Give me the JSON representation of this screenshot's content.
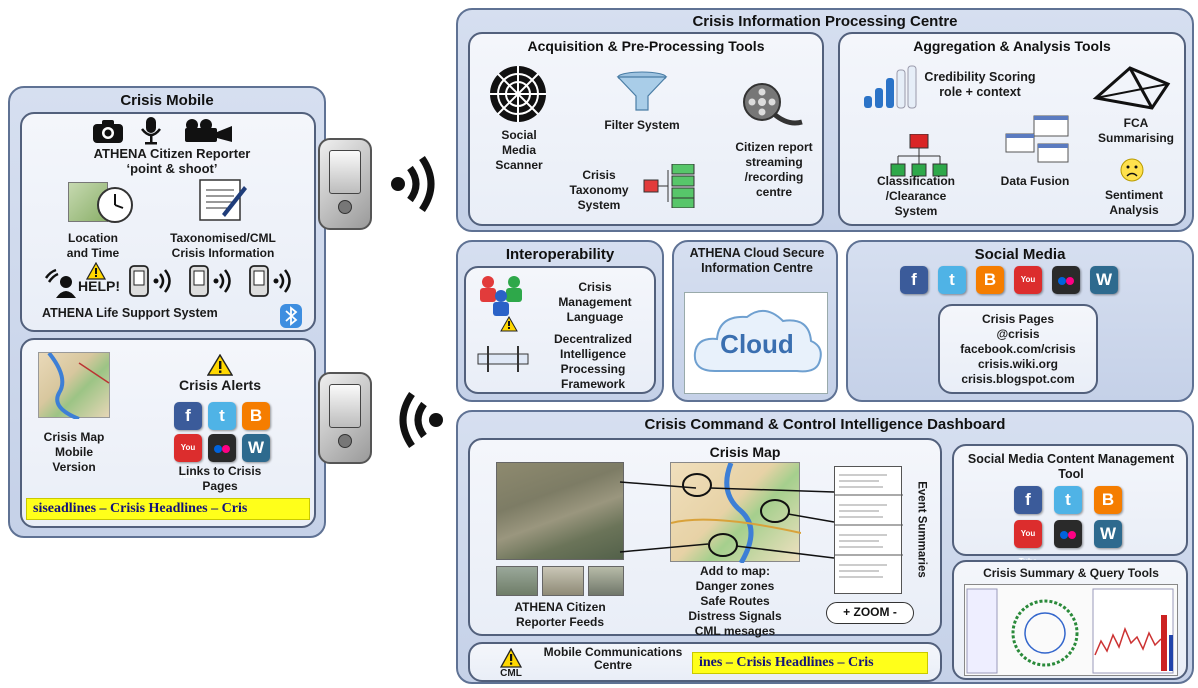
{
  "crisis_mobile": {
    "title": "Crisis Mobile",
    "reporter": "ATHENA Citizen Reporter",
    "reporter_sub": "‘point & shoot’",
    "location": "Location and Time",
    "taxonomised": "Taxonomised/CML Crisis Information",
    "help": "HELP!",
    "life_support": "ATHENA Life Support System",
    "crisis_map_mobile": "Crisis Map Mobile Version",
    "crisis_alerts": "Crisis Alerts",
    "links": "Links to Crisis Pages",
    "ticker": "siseadlines – Crisis Headlines – Cris"
  },
  "processing_centre": {
    "title": "Crisis Information Processing Centre",
    "acquisition": {
      "title": "Acquisition & Pre-Processing Tools",
      "scanner": "Social Media Scanner",
      "filter": "Filter System",
      "taxonomy": "Crisis Taxonomy System",
      "citizen_report": "Citizen report streaming /recording centre"
    },
    "aggregation": {
      "title": "Aggregation & Analysis Tools",
      "credibility": "Credibility Scoring role + context",
      "fca": "FCA Summarising",
      "classification": "Classification /Clearance System",
      "fusion": "Data Fusion",
      "sentiment": "Sentiment Analysis"
    }
  },
  "interoperability": {
    "title": "Interoperability",
    "cml": "Crisis Management Language",
    "framework": "Decentralized Intelligence Processing Framework"
  },
  "cloud": {
    "title": "ATHENA Cloud Secure Information Centre",
    "label": "Cloud"
  },
  "social_media": {
    "title": "Social Media",
    "pages_title": "Crisis Pages",
    "pages": [
      "@crisis",
      "facebook.com/crisis",
      "crisis.wiki.org",
      "crisis.blogspot.com"
    ]
  },
  "dashboard": {
    "title": "Crisis Command & Control Intelligence Dashboard",
    "crisis_map": "Crisis Map",
    "feeds": "ATHENA Citizen Reporter Feeds",
    "add_to_map": [
      "Add to map:",
      "Danger zones",
      "Safe Routes",
      "Distress Signals",
      "CML mesages"
    ],
    "event_summaries": "Event Summaries",
    "zoom": "+ ZOOM -",
    "smcm_tool": "Social Media Content Management Tool",
    "summary_tools": "Crisis Summary & Query Tools",
    "mobile_comms": "Mobile Communications Centre",
    "cml": "CML",
    "ticker": "ines – Crisis Headlines – Cris"
  },
  "social_icons": {
    "facebook": "f",
    "youtube": "You Tube"
  },
  "colors": {
    "panel": "#c9d4ea",
    "border": "#5f7294",
    "ticker": "#ffff1a"
  }
}
